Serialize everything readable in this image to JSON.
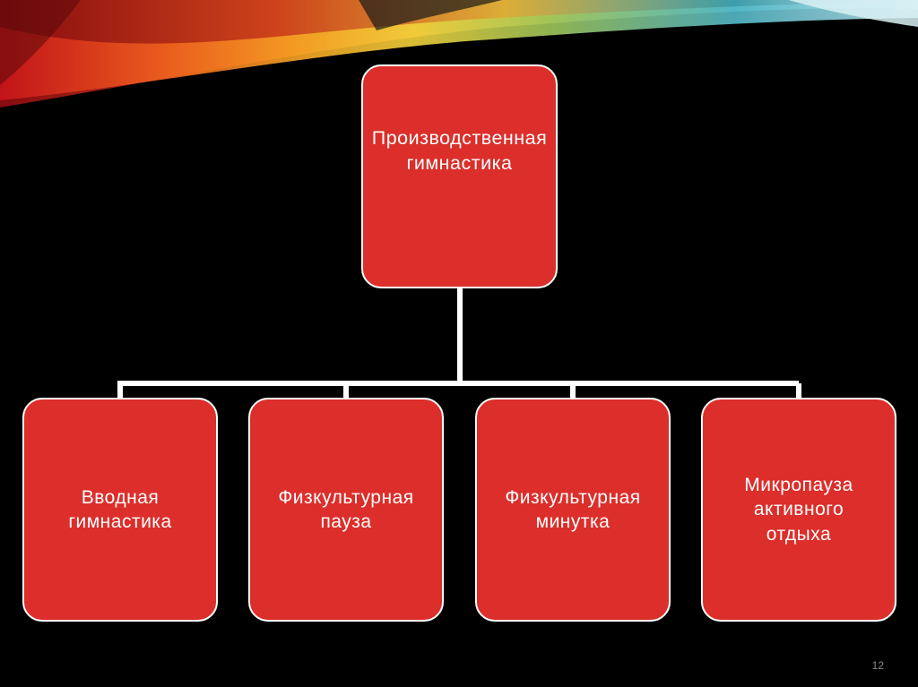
{
  "diagram": {
    "root": {
      "label": "Производственная\nгимнастика"
    },
    "children": [
      {
        "label": "Вводная\nгимнастика"
      },
      {
        "label": "Физкультурная\nпауза"
      },
      {
        "label": "Физкультурная\nминутка"
      },
      {
        "label": "Микропауза\nактивного\nотдыха"
      }
    ]
  },
  "slide": {
    "page_number": "12"
  },
  "colors": {
    "background": "#000000",
    "node_fill": "#dc2e2a",
    "node_border": "#ffffff",
    "connector": "#ffffff"
  }
}
